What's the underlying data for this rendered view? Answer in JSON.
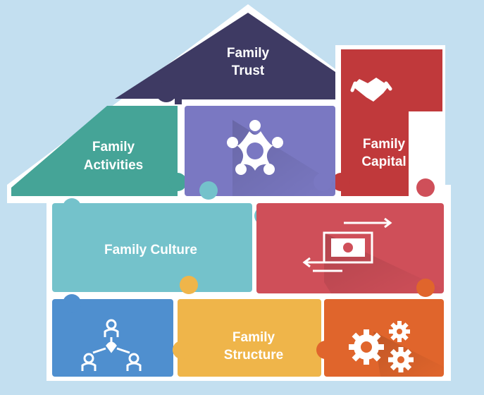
{
  "diagram": {
    "pieces": {
      "trust": {
        "label_1": "Family",
        "label_2": "Trust",
        "color": "#3e3a63"
      },
      "capital": {
        "label_1": "Family",
        "label_2": "Capital",
        "color": "#c0393b"
      },
      "activities": {
        "label_1": "Family",
        "label_2": "Activities",
        "color": "#45a497"
      },
      "center": {
        "icon": "people-circle-icon",
        "color": "#7a78c2"
      },
      "culture": {
        "label": "Family Culture",
        "color": "#74c2cb"
      },
      "money": {
        "icon": "money-transfer-icon",
        "color": "#cf4f59"
      },
      "family_icon": {
        "icon": "family-tree-icon",
        "color": "#4f8fcf"
      },
      "structure": {
        "label_1": "Family",
        "label_2": "Structure",
        "color": "#efb54a"
      },
      "gears": {
        "icon": "gears-icon",
        "color": "#e0652c"
      }
    },
    "roof_icon": "handshake-icon",
    "background": "#c3dff0",
    "frame": "#ffffff"
  }
}
